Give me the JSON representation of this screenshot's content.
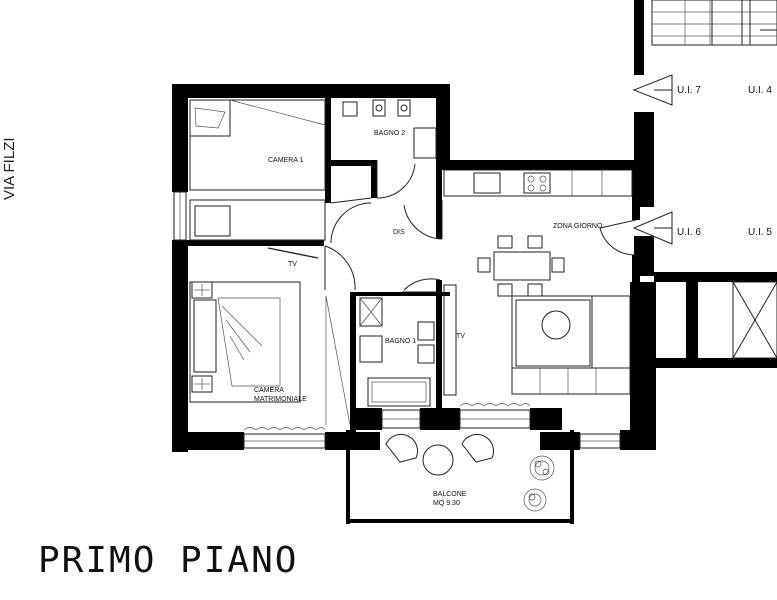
{
  "floor_title": "PRIMO PIANO",
  "street_name": "VIA FILZI",
  "rooms": {
    "camera_1": "CAMERA 1",
    "bagno_2": "BAGNO 2",
    "dis": "DIS",
    "zona_giorno": "ZONA GIORNO",
    "camera_matrimoniale_line1": "CAMERA",
    "camera_matrimoniale_line2": "MATRIMONIALE",
    "bagno_1": "BAGNO 1",
    "balcone_line1": "BALCONE",
    "balcone_line2": "MQ 9.30"
  },
  "tv_labels": [
    "TV",
    "TV"
  ],
  "unit_labels": {
    "ui_7": "U.I. 7",
    "ui_4": "U.I. 4",
    "ui_6": "U.I. 6",
    "ui_5": "U.I. 5"
  }
}
